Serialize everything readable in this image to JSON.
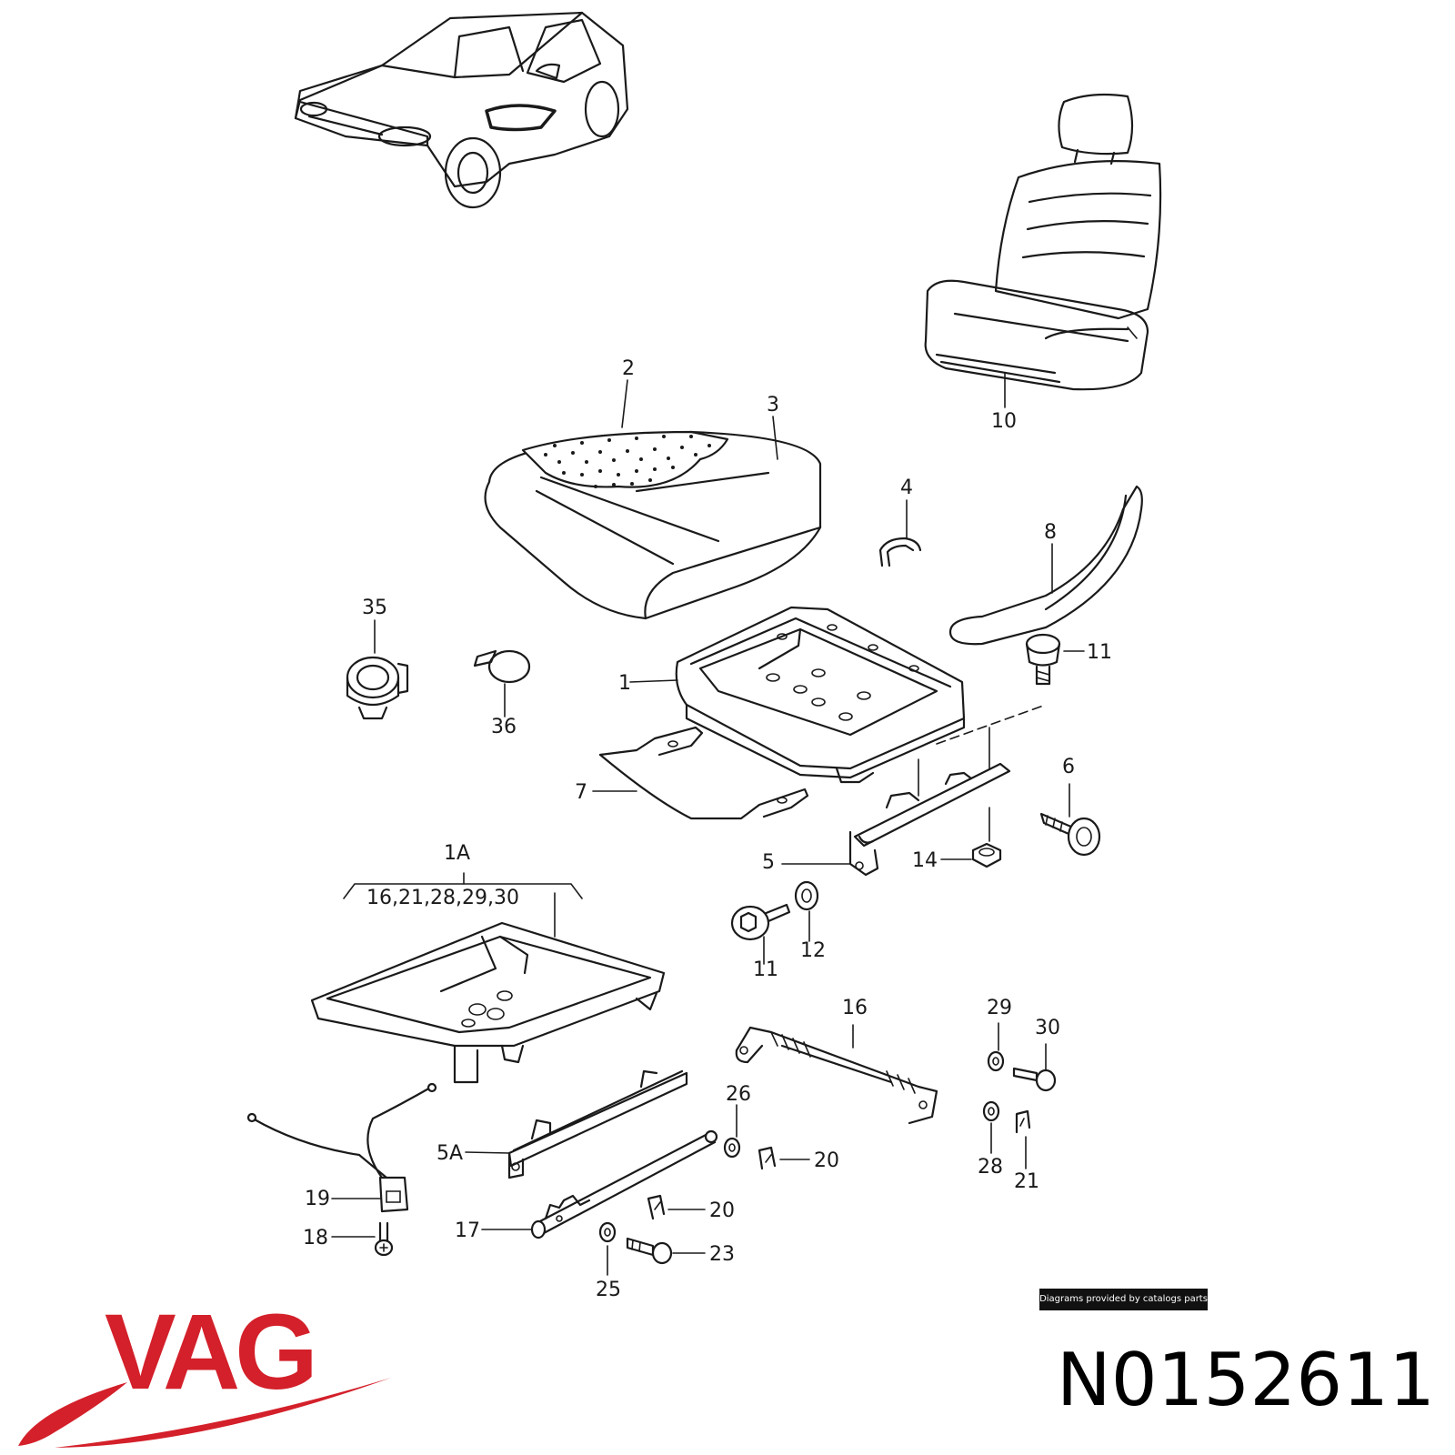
{
  "labels": {
    "l1": "1",
    "l1a": "1A",
    "l1a_list": "16,21,28,29,30",
    "l2": "2",
    "l3": "3",
    "l4": "4",
    "l5": "5",
    "l5a": "5A",
    "l6": "6",
    "l7": "7",
    "l8": "8",
    "l10": "10",
    "l11a": "11",
    "l11b": "11",
    "l12": "12",
    "l14": "14",
    "l16": "16",
    "l17": "17",
    "l18": "18",
    "l19": "19",
    "l20a": "20",
    "l20b": "20",
    "l21": "21",
    "l23": "23",
    "l25": "25",
    "l26": "26",
    "l28": "28",
    "l29": "29",
    "l30": "30",
    "l35": "35",
    "l36": "36"
  },
  "credit": "Diagrams provided by catalogs parts",
  "brand": {
    "name": "VAG",
    "color": "#d3202a"
  },
  "part_number": "N0152611"
}
